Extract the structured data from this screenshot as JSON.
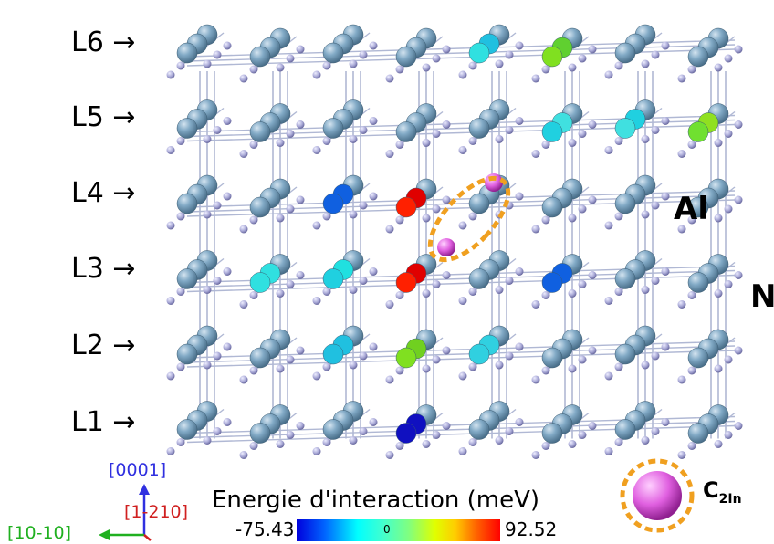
{
  "layers": [
    "L1",
    "L2",
    "L3",
    "L4",
    "L5",
    "L6"
  ],
  "atom_labels": {
    "al": "Al",
    "n": "N"
  },
  "axes": {
    "vertical": "[0001]",
    "depth": "[1-210]",
    "horizontal": "[10-10]",
    "colors": {
      "vertical": "#3030e0",
      "depth": "#d02020",
      "horizontal": "#20b020"
    }
  },
  "colorbar": {
    "title": "Energie d'interaction (meV)",
    "min": "-75.43",
    "zero": "0",
    "max": "92.52"
  },
  "legend": {
    "symbol_label": "C",
    "symbol_sub": "2In",
    "ring_color": "#f0a020",
    "sphere_color": "#e060e0"
  },
  "colors": {
    "al_atom": "#7fa7c4",
    "n_atom": "#a8a8d8",
    "bond": "#b0b8d4",
    "highlight_ring": "#f0a020"
  },
  "defect_pair_icon": "c2in-defect-marker"
}
